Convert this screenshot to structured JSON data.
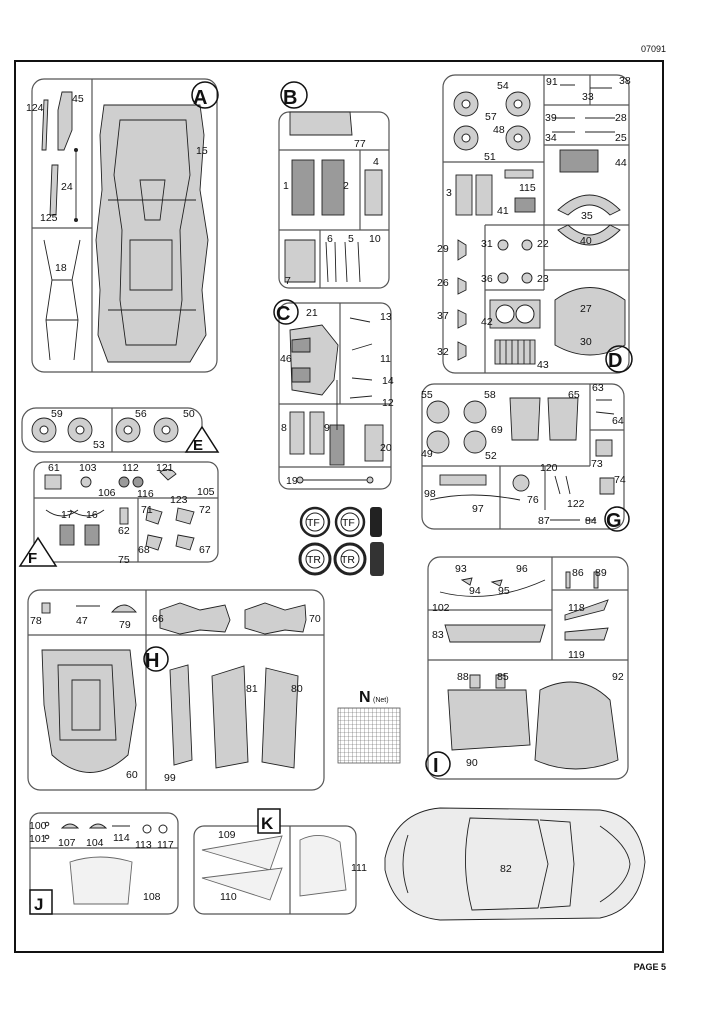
{
  "header": {
    "code": "07091"
  },
  "footer": {
    "page": "PAGE 5"
  },
  "sprues": {
    "A": {
      "letter": "A",
      "parts": [
        "124",
        "45",
        "15",
        "24",
        "125",
        "18"
      ]
    },
    "B": {
      "letter": "B",
      "parts": [
        "77",
        "1",
        "2",
        "4",
        "6",
        "5",
        "10",
        "7"
      ]
    },
    "C": {
      "letter": "C",
      "parts": [
        "21",
        "13",
        "46",
        "11",
        "14",
        "12",
        "8",
        "9",
        "20",
        "19"
      ]
    },
    "D": {
      "letter": "D",
      "parts": [
        "54",
        "57",
        "48",
        "51",
        "91",
        "38",
        "33",
        "39",
        "28",
        "34",
        "25",
        "44",
        "3",
        "115",
        "41",
        "35",
        "40",
        "29",
        "31",
        "22",
        "26",
        "36",
        "23",
        "37",
        "42",
        "27",
        "30",
        "32",
        "43"
      ]
    },
    "E": {
      "letter": "E",
      "parts": [
        "59",
        "53",
        "56",
        "50"
      ]
    },
    "F": {
      "letter": "F",
      "parts": [
        "61",
        "103",
        "112",
        "121",
        "106",
        "116",
        "105",
        "123",
        "17",
        "16",
        "62",
        "71",
        "72",
        "68",
        "67",
        "75"
      ]
    },
    "G": {
      "letter": "G",
      "parts": [
        "55",
        "58",
        "65",
        "63",
        "64",
        "69",
        "49",
        "52",
        "73",
        "74",
        "120",
        "98",
        "76",
        "122",
        "97",
        "87",
        "84"
      ]
    },
    "H": {
      "letter": "H",
      "parts": [
        "78",
        "47",
        "79",
        "66",
        "70",
        "81",
        "80",
        "60",
        "99"
      ]
    },
    "I": {
      "letter": "I",
      "parts": [
        "93",
        "96",
        "86",
        "89",
        "94",
        "95",
        "102",
        "118",
        "83",
        "119",
        "88",
        "85",
        "92",
        "90"
      ]
    },
    "J": {
      "letter": "J",
      "parts": [
        "100",
        "101",
        "107",
        "104",
        "114",
        "113",
        "117",
        "108"
      ]
    },
    "K": {
      "letter": "K",
      "parts": [
        "109",
        "111",
        "110"
      ]
    },
    "N": {
      "letter": "N",
      "sub": "(Net)"
    },
    "body": {
      "part": "82"
    }
  },
  "tires": [
    "TF",
    "TF",
    "TR",
    "TR"
  ]
}
